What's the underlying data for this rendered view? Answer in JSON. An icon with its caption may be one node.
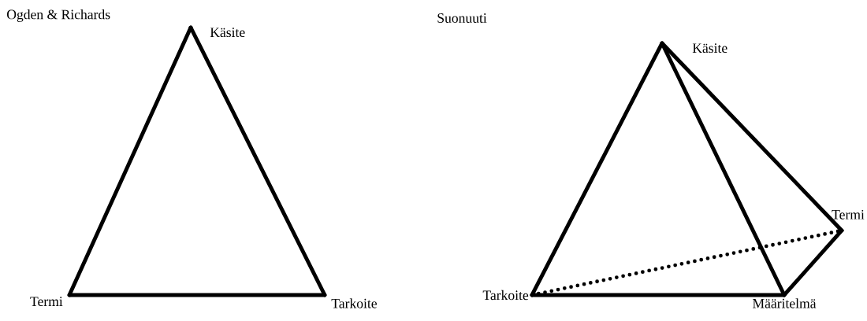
{
  "diagram": {
    "nodes": [
      {
        "text": [
          "Käsite"
        ]
      },
      {
        "text": [
          "Termi"
        ]
      },
      {
        "text": [
          "Tarkoite"
        ]
      },
      {
        "text": [
          "Käsite"
        ]
      },
      {
        "text": [
          "Termi"
        ]
      },
      {
        "text": [
          "Tarkoite"
        ]
      },
      {
        "text": [
          "Määritelmä"
        ]
      }
    ],
    "edges": [
      {
        "from": 0,
        "to": 1,
        "arrow": "none"
      },
      {
        "from": 0,
        "to": 2,
        "arrow": "none"
      },
      {
        "from": 1,
        "to": 2,
        "arrow": "none"
      },
      {
        "from": 3,
        "to": 5,
        "arrow": "none"
      },
      {
        "from": 3,
        "to": 6,
        "arrow": "none"
      },
      {
        "from": 3,
        "to": 4,
        "arrow": "none"
      },
      {
        "from": 5,
        "to": 6,
        "arrow": "none"
      },
      {
        "from": 6,
        "to": 4,
        "arrow": "none"
      },
      {
        "from": 5,
        "to": 4,
        "arrow": "none",
        "style": "dashed"
      }
    ],
    "labels": [
      "Ogden & Richards",
      "Suonuuti"
    ]
  }
}
